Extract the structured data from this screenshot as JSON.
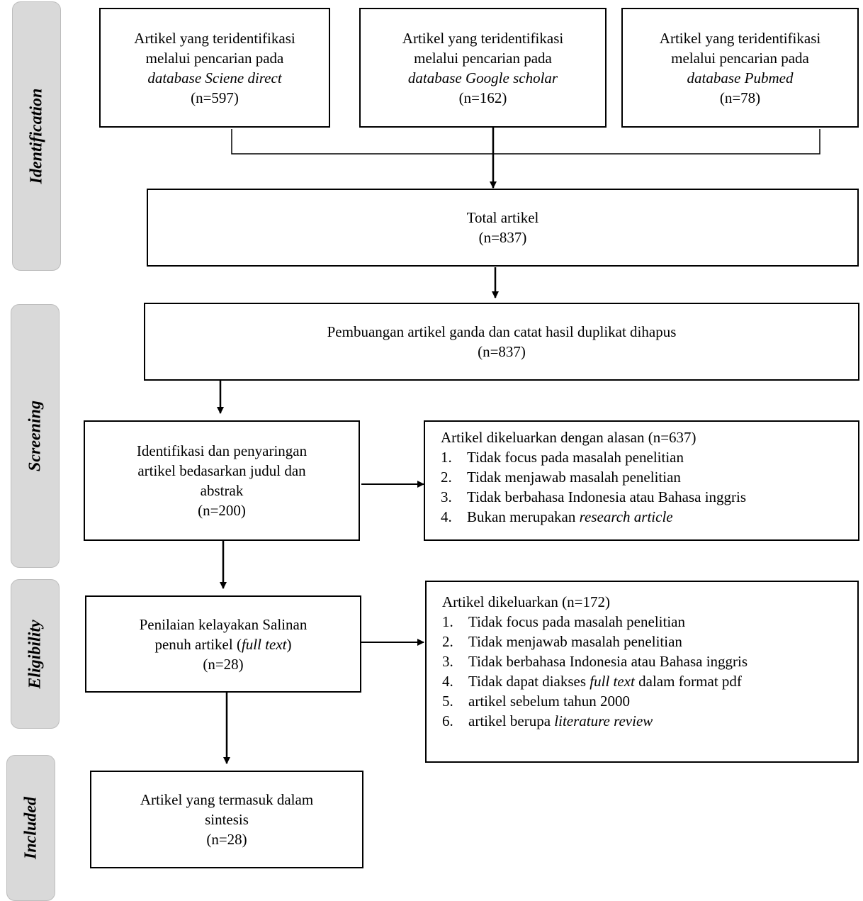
{
  "phases": {
    "identification": "Identification",
    "screening": "Screening",
    "eligibility": "Eligibility",
    "included": "Included"
  },
  "sources": [
    {
      "line1": "Artikel yang teridentifikasi",
      "line2": "melalui pencarian pada",
      "line3": "database Sciene direct",
      "count": "(n=597)"
    },
    {
      "line1": "Artikel yang teridentifikasi",
      "line2": "melalui pencarian pada",
      "line3": "database Google scholar",
      "count": "(n=162)"
    },
    {
      "line1": "Artikel yang teridentifikasi",
      "line2": "melalui pencarian pada",
      "line3": "database Pubmed",
      "count": "(n=78)"
    }
  ],
  "total": {
    "label": "Total artikel",
    "count": "(n=837)"
  },
  "dedup": {
    "label": "Pembuangan artikel ganda dan catat hasil duplikat dihapus",
    "count": "(n=837)"
  },
  "screening_box": {
    "line1": "Identifikasi dan penyaringan",
    "line2": "artikel bedasarkan judul dan",
    "line3": "abstrak",
    "count": "(n=200)"
  },
  "excluded_screening": {
    "title": "Artikel dikeluarkan dengan alasan (n=637)",
    "items": [
      {
        "num": "1.",
        "text": "Tidak focus pada masalah penelitian"
      },
      {
        "num": "2.",
        "text": "Tidak menjawab masalah penelitian"
      },
      {
        "num": "3.",
        "text": "Tidak berbahasa Indonesia atau Bahasa inggris"
      },
      {
        "num": "4.",
        "text_pre": "Bukan merupakan ",
        "text_italic": "research article"
      }
    ]
  },
  "eligibility_box": {
    "line1": "Penilaian kelayakan Salinan",
    "line2_pre": "penuh artikel (",
    "line2_italic": "full text",
    "line2_post": ")",
    "count": "(n=28)"
  },
  "excluded_eligibility": {
    "title": "Artikel dikeluarkan (n=172)",
    "items": [
      {
        "num": "1.",
        "text": "Tidak focus pada masalah penelitian"
      },
      {
        "num": "2.",
        "text": "Tidak menjawab masalah penelitian"
      },
      {
        "num": "3.",
        "text": "Tidak berbahasa Indonesia atau Bahasa inggris"
      },
      {
        "num": "4.",
        "text_pre": "Tidak dapat diakses ",
        "text_italic": "full text",
        "text_post": " dalam format pdf"
      },
      {
        "num": "5.",
        "text": "artikel sebelum tahun 2000"
      },
      {
        "num": "6.",
        "text_pre": "artikel berupa ",
        "text_italic": "literature review"
      }
    ]
  },
  "included_box": {
    "line1": "Artikel yang termasuk dalam",
    "line2": "sintesis",
    "count": "(n=28)"
  }
}
